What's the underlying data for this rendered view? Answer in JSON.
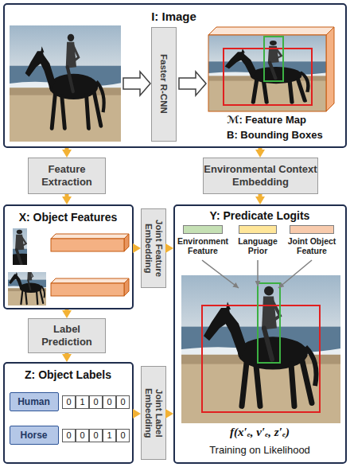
{
  "diagram": {
    "nodes": [
      {
        "text": [
          "I: Image"
        ]
      },
      {
        "text": [
          "Faster R-CNN"
        ],
        "in": 0
      },
      {
        "text": [
          "Feature Extraction"
        ]
      },
      {
        "text": [
          "Environmental Context Embedding"
        ]
      },
      {
        "text": [
          "X: Object Features"
        ]
      },
      {
        "text": [
          "Joint Feature Embedding"
        ]
      },
      {
        "text": [
          "Y: Predicate Logits",
          "f(x′ₑ, v′ₑ, z′ₑ)",
          "Training on Likelihood"
        ]
      },
      {
        "text": [
          "Label Prediction"
        ]
      },
      {
        "text": [
          "Z: Object Labels"
        ]
      },
      {
        "text": [
          "Human"
        ],
        "in": 8
      },
      {
        "text": [
          "Horse"
        ],
        "in": 8
      },
      {
        "text": [
          "Joint Label Embedding"
        ]
      }
    ],
    "edges": [
      {
        "from": 0,
        "to": 2,
        "arrow": "to"
      },
      {
        "from": 2,
        "to": 4,
        "arrow": "to"
      },
      {
        "from": 0,
        "to": 3,
        "arrow": "to"
      },
      {
        "from": 3,
        "to": 6,
        "arrow": "to"
      },
      {
        "from": 4,
        "to": 7,
        "arrow": "to"
      },
      {
        "from": 7,
        "to": 8,
        "arrow": "to"
      },
      {
        "from": 4,
        "to": 5,
        "arrow": "to"
      },
      {
        "from": 5,
        "to": 6,
        "arrow": "to"
      },
      {
        "from": 8,
        "to": 11,
        "arrow": "to"
      },
      {
        "from": 11,
        "to": 6,
        "arrow": "to"
      }
    ],
    "labels": [
      "ℳ: Feature Map",
      "B: Bounding Boxes",
      "0",
      "1",
      "0",
      "0",
      "0",
      "0",
      "0",
      "0",
      "1",
      "0"
    ],
    "legend": [
      {
        "text": "Environment Feature",
        "color": "#c5e0b4"
      },
      {
        "text": "Language Prior",
        "color": "#ffe699"
      },
      {
        "text": "Joint Object Feature",
        "color": "#f8cbad"
      }
    ]
  }
}
